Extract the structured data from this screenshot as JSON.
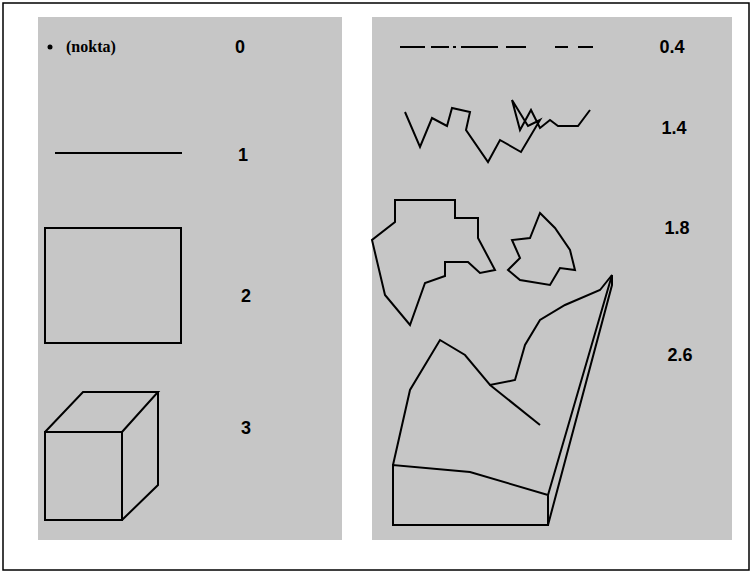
{
  "diagram": {
    "labels": [
      "(nokta)",
      "0",
      "1",
      "2",
      "3",
      "0.4",
      "1.4",
      "1.8",
      "2.6"
    ]
  }
}
